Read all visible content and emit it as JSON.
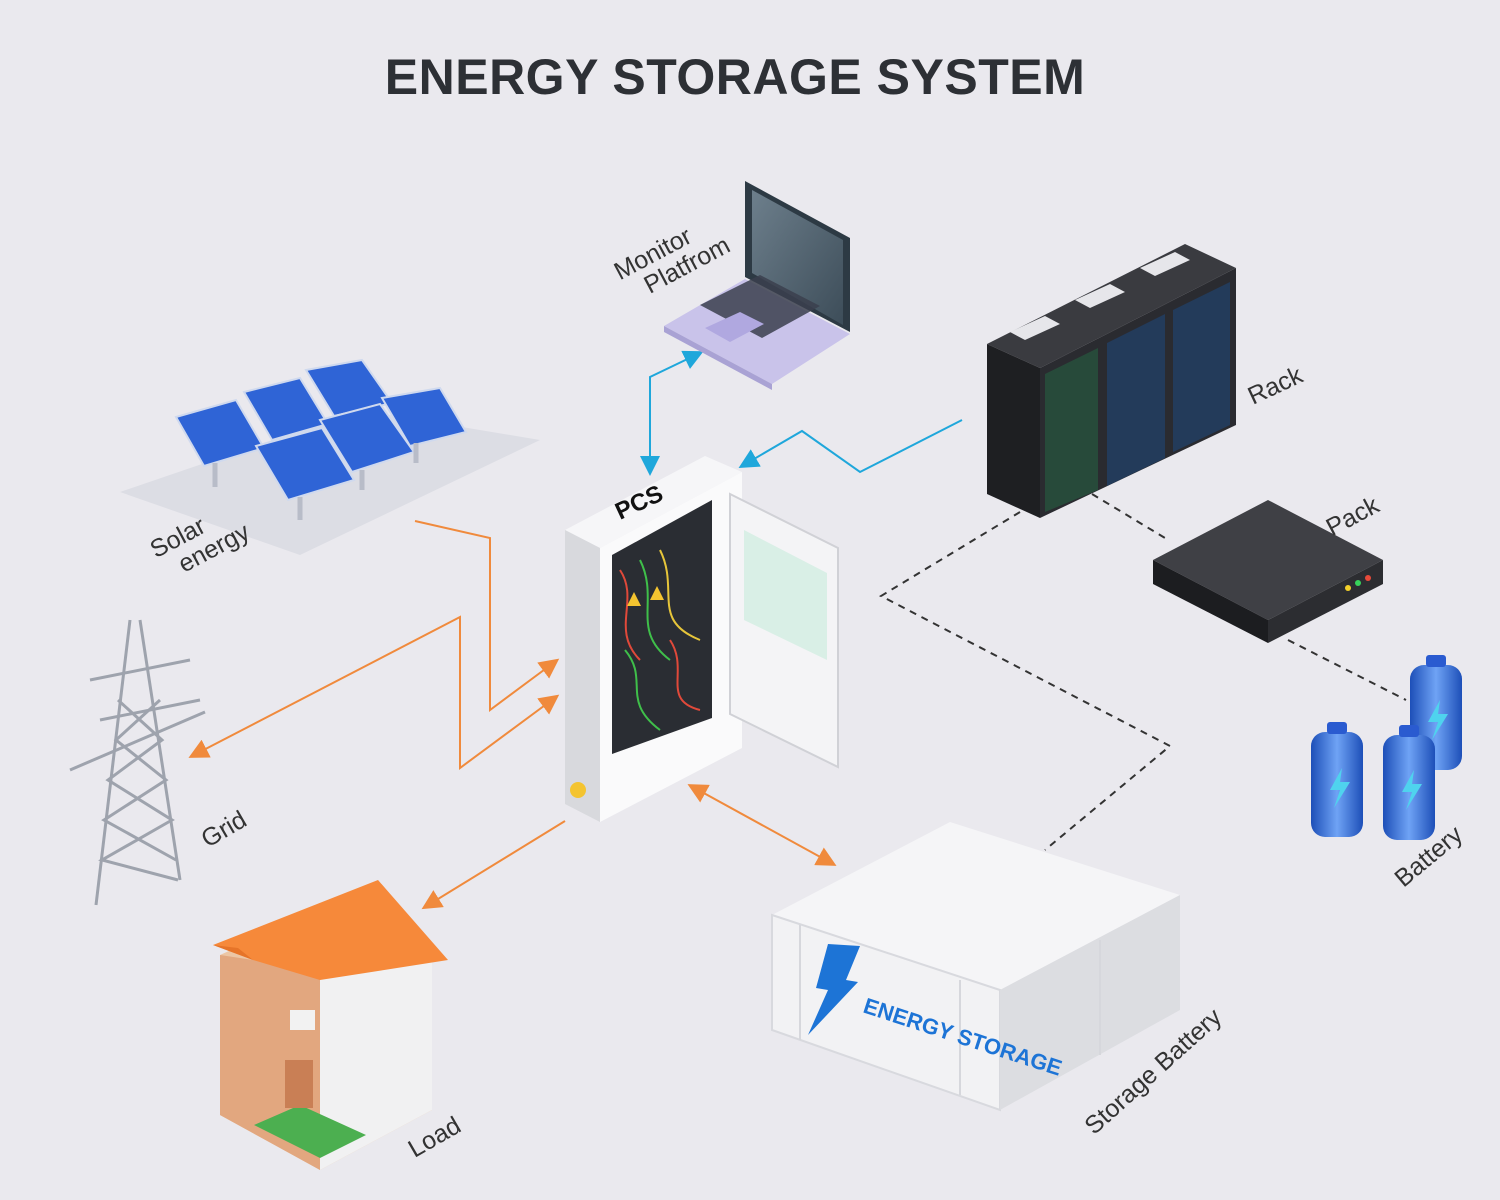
{
  "title": "ENERGY STORAGE SYSTEM",
  "labels": {
    "monitor_line1": "Monitor",
    "monitor_line2": "Platfrom",
    "rack": "Rack",
    "pack": "Pack",
    "battery": "Battery",
    "solar_line1": "Solar",
    "solar_line2": "energy",
    "grid": "Grid",
    "load": "Load",
    "storage_battery": "Storage Battery",
    "pcs": "PCS",
    "container_text": "ENERGY STORAGE"
  },
  "colors": {
    "background": "#eae9ee",
    "power_flow": "#f08a3c",
    "data_flow": "#1fa7db",
    "dashed_link": "#333333",
    "solar_panel": "#2f64d6",
    "roof": "#f6893a",
    "accent_blue": "#1d74d6"
  }
}
